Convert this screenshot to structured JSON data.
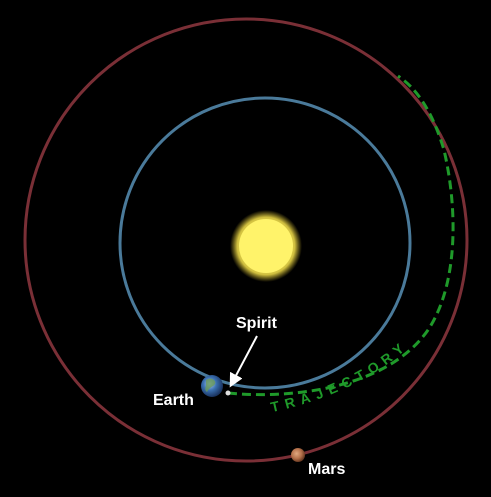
{
  "labels": {
    "spirit": "Spirit",
    "earth": "Earth",
    "mars": "Mars",
    "trajectory": "TRAJECTORY"
  },
  "colors": {
    "background": "#000000",
    "mars_orbit": "#7a2f36",
    "earth_orbit": "#4a7a9a",
    "trajectory": "#1f9a2a",
    "sun": "#fff36a",
    "label": "#ffffff"
  }
}
